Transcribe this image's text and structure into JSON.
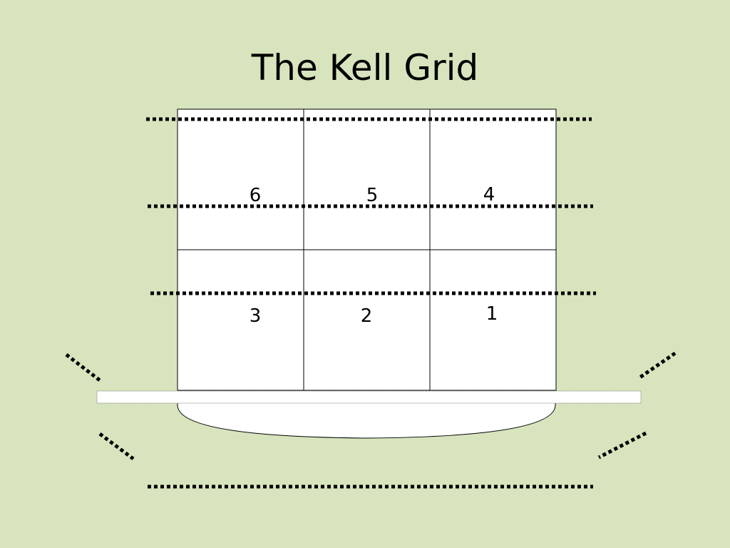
{
  "title": "The Kell Grid",
  "grid": {
    "rows": [
      [
        "6",
        "5",
        "4"
      ],
      [
        "3",
        "2",
        "1"
      ]
    ]
  },
  "colors": {
    "background": "#d7e4bd",
    "grid_fill": "#ffffff",
    "line": "#000000"
  }
}
